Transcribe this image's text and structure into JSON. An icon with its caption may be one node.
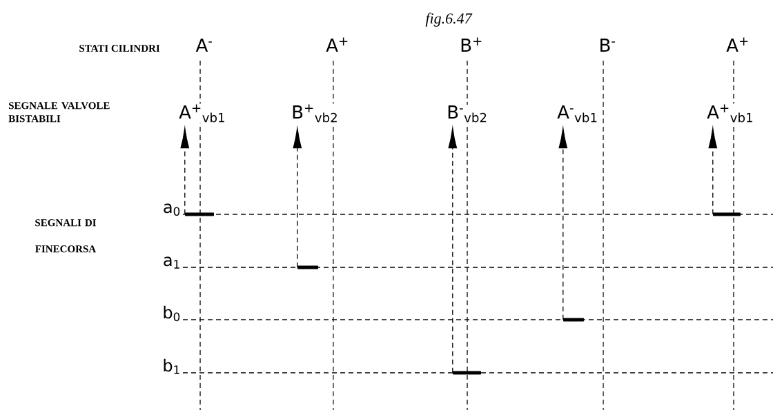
{
  "diagram": {
    "caption": "fig.6.47",
    "nodes": [
      {
        "text": [
          "A$^{-}$"
        ]
      },
      {
        "text": [
          "A$^{+}$"
        ]
      },
      {
        "text": [
          "B$^{+}$"
        ]
      },
      {
        "text": [
          "B$^{-}$"
        ]
      },
      {
        "text": [
          "A$^{+}$"
        ]
      },
      {
        "text": [
          "A$^{+}$$_{vb1}$"
        ]
      },
      {
        "text": [
          "B$^{+}$$_{vb2}$"
        ]
      },
      {
        "text": [
          "B$^{-}$$_{vb2}$"
        ]
      },
      {
        "text": [
          "A$^{-}$$_{vb1}$"
        ]
      },
      {
        "text": [
          "A$^{+}$$_{vb1}$"
        ]
      },
      {
        "text": [],
        "shape": "bar"
      },
      {
        "text": [],
        "shape": "bar"
      },
      {
        "text": [],
        "shape": "bar"
      },
      {
        "text": [],
        "shape": "bar"
      },
      {
        "text": [],
        "shape": "bar"
      }
    ],
    "edges": [
      {
        "from": 10,
        "to": 5,
        "arrow": "to",
        "style": "dashed"
      },
      {
        "from": 11,
        "to": 6,
        "arrow": "to",
        "style": "dashed"
      },
      {
        "from": 12,
        "to": 7,
        "arrow": "to",
        "style": "dashed"
      },
      {
        "from": 13,
        "to": 8,
        "arrow": "to",
        "style": "dashed"
      },
      {
        "from": 14,
        "to": 9,
        "arrow": "to",
        "style": "dashed"
      }
    ],
    "labels": [
      "STATI CILINDRI",
      "SEGNALE VALVOLE BISTABILI",
      "SEGNALI DI FINECORSA",
      "a$_{0}$",
      "a$_{1}$",
      "b$_{0}$",
      "b$_{1}$"
    ]
  }
}
